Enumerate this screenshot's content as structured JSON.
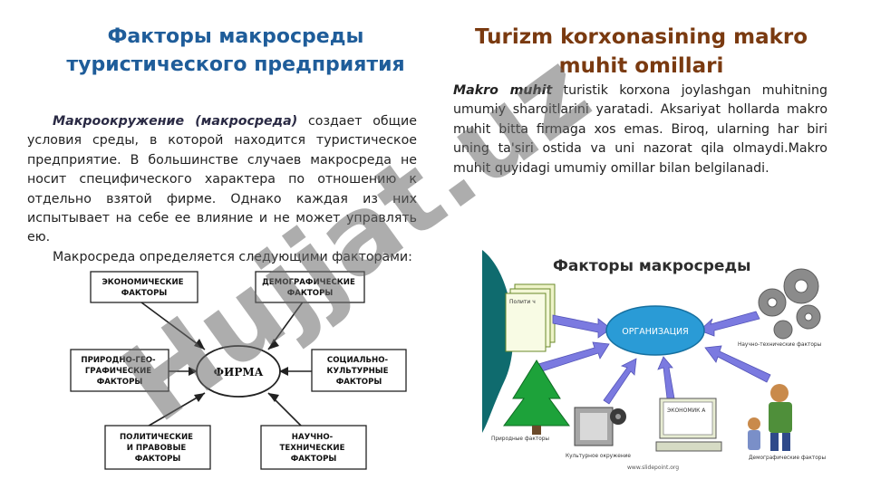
{
  "left": {
    "title": "Факторы макросреды туристического предприятия",
    "term": "Макроокружение (макросреда)",
    "text1": " создает общие условия среды, в которой находится туристическое предприятие. В большинстве случаев макросреда не носит специфического характера по отношению к отдельно взятой фирме. Однако каждая из них испытывает на себе ее влияние и не может управлять ею.",
    "text2": "Макросреда определяется следующими факторами:",
    "diagram": {
      "center": "ФИРМА",
      "boxes": [
        [
          "ЭКОНОМИЧЕСКИЕ",
          "ФАКТОРЫ"
        ],
        [
          "ДЕМОГРАФИЧЕСКИЕ",
          "ФАКТОРЫ"
        ],
        [
          "ПРИРОДНО-ГЕО-",
          "ГРАФИЧЕСКИЕ",
          "ФАКТОРЫ"
        ],
        [
          "СОЦИАЛЬНО-",
          "КУЛЬТУРНЫЕ",
          "ФАКТОРЫ"
        ],
        [
          "ПОЛИТИЧЕСКИЕ",
          "И ПРАВОВЫЕ",
          "ФАКТОРЫ"
        ],
        [
          "НАУЧНО-",
          "ТЕХНИЧЕСКИЕ",
          "ФАКТОРЫ"
        ]
      ]
    }
  },
  "right": {
    "title": "Turizm korxonasining makro muhit omillari",
    "term": "Makro muhit",
    "text": " turistik korxona joylashgan muhitning umumiy sharoitlarini yaratadi. Aksariyat hollarda makro muhit bitta firmaga xos emas. Biroq, ularning har biri uning ta'siri ostida va uni nazorat qila olmaydi.Makro muhit quyidagi umumiy omillar bilan belgilanadi.",
    "diagram": {
      "title": "Факторы макросреды",
      "center": "ОРГАНИЗАЦИЯ",
      "doc_label": "Полити ч",
      "econ_label": "ЭКОНОМИК А",
      "labels": {
        "nature": "Природные факторы",
        "tech": "Научно-технические факторы",
        "culture": "Культурное окружение",
        "demo": "Демографические факторы",
        "url": "www.slidepoint.org"
      }
    }
  },
  "watermark": "Hujjat.uz",
  "colors": {
    "title_ru": "#1f5d9a",
    "title_uz": "#7a3a10",
    "arrow": "#7b7ae0",
    "org": "#2a9bd6"
  }
}
